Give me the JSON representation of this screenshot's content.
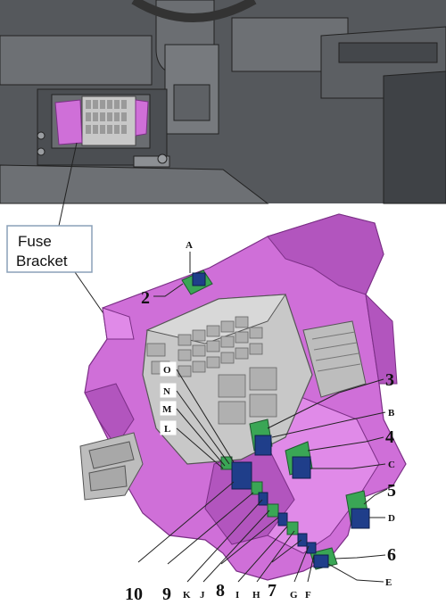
{
  "callout": {
    "line1": "Fuse",
    "line2": "Bracket"
  },
  "numbers": [
    "2",
    "3",
    "4",
    "5",
    "6",
    "7",
    "8",
    "9",
    "10"
  ],
  "letters": [
    "A",
    "B",
    "C",
    "D",
    "E",
    "F",
    "G",
    "H",
    "I",
    "J",
    "K",
    "L",
    "M",
    "N",
    "O"
  ],
  "colors": {
    "bracket": "#cf6fd8",
    "bracket_dark": "#b255be",
    "fuse_box": "#c8c8c8",
    "connector_green": "#3aa655",
    "connector_blue": "#1f3e8a",
    "photo_dark": "#2a2c2f"
  }
}
